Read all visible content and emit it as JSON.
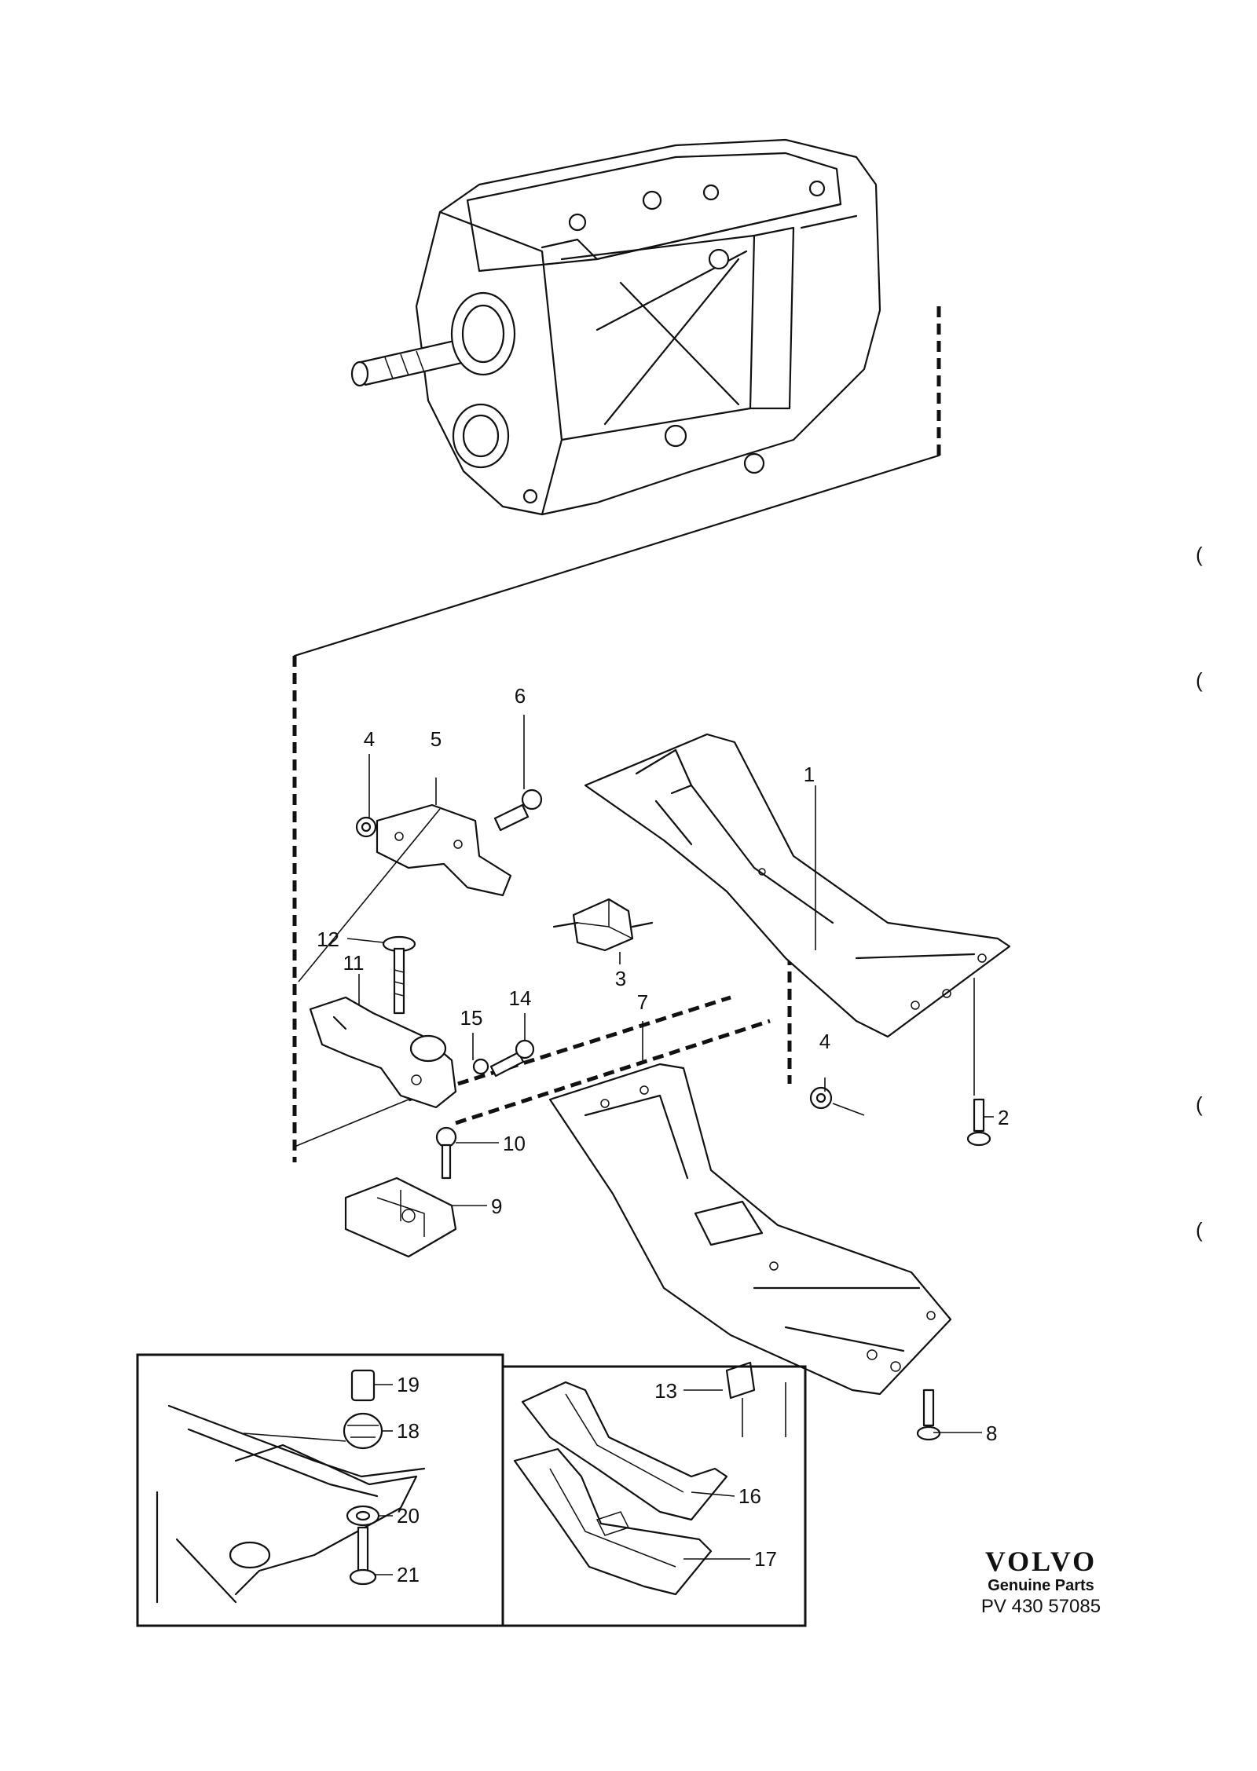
{
  "callouts": [
    {
      "label": "1"
    },
    {
      "label": "2"
    },
    {
      "label": "3"
    },
    {
      "label": "4"
    },
    {
      "label": "4"
    },
    {
      "label": "5"
    },
    {
      "label": "6"
    },
    {
      "label": "7"
    },
    {
      "label": "8"
    },
    {
      "label": "9"
    },
    {
      "label": "10"
    },
    {
      "label": "11"
    },
    {
      "label": "12"
    },
    {
      "label": "13"
    },
    {
      "label": "14"
    },
    {
      "label": "15"
    },
    {
      "label": "16"
    },
    {
      "label": "17"
    },
    {
      "label": "18"
    },
    {
      "label": "19"
    },
    {
      "label": "20"
    },
    {
      "label": "21"
    }
  ],
  "brand": {
    "logo": "VOLVO",
    "subtitle": "Genuine Parts",
    "code": "PV 430  57085"
  },
  "edge_marks": [
    "(",
    "(",
    "(",
    "("
  ]
}
